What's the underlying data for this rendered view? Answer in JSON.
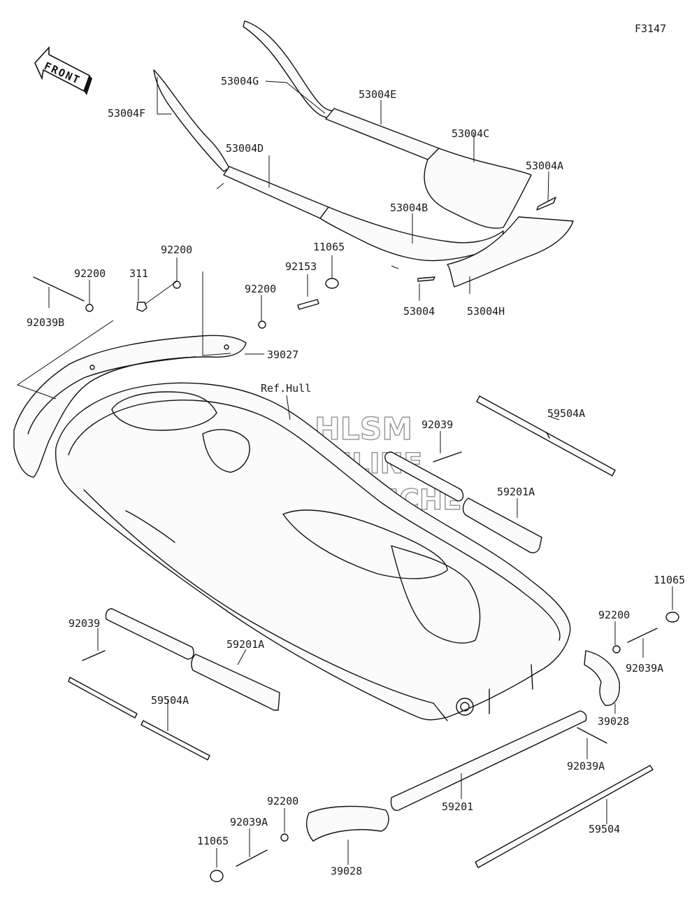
{
  "figure_code": "F3147",
  "front_arrow_text": "FRONT",
  "watermark": {
    "line1": "HLSM",
    "line2": "ONLINE",
    "line3": "MICROFICHE"
  },
  "reference_label": "Ref.Hull",
  "labels": {
    "l_53004G": "53004G",
    "l_53004E": "53004E",
    "l_53004F": "53004F",
    "l_53004C": "53004C",
    "l_53004D": "53004D",
    "l_53004A": "53004A",
    "l_53004B": "53004B",
    "l_53004": "53004",
    "l_53004H": "53004H",
    "l_11065_top": "11065",
    "l_92153": "92153",
    "l_92200_a": "92200",
    "l_92200_b": "92200",
    "l_92200_c": "92200",
    "l_311": "311",
    "l_92039B": "92039B",
    "l_39027": "39027",
    "l_59504A_top": "59504A",
    "l_92039_right": "92039",
    "l_59201A_right": "59201A",
    "l_11065_right": "11065",
    "l_92200_right": "92200",
    "l_92039A_right": "92039A",
    "l_39028_right": "39028",
    "l_92039A_mid": "92039A",
    "l_92039_left": "92039",
    "l_59201A_left": "59201A",
    "l_59504A_left": "59504A",
    "l_59201": "59201",
    "l_59504": "59504",
    "l_92200_bottom": "92200",
    "l_92039A_bottom": "92039A",
    "l_11065_bottom": "11065",
    "l_39028_bottom": "39028"
  }
}
